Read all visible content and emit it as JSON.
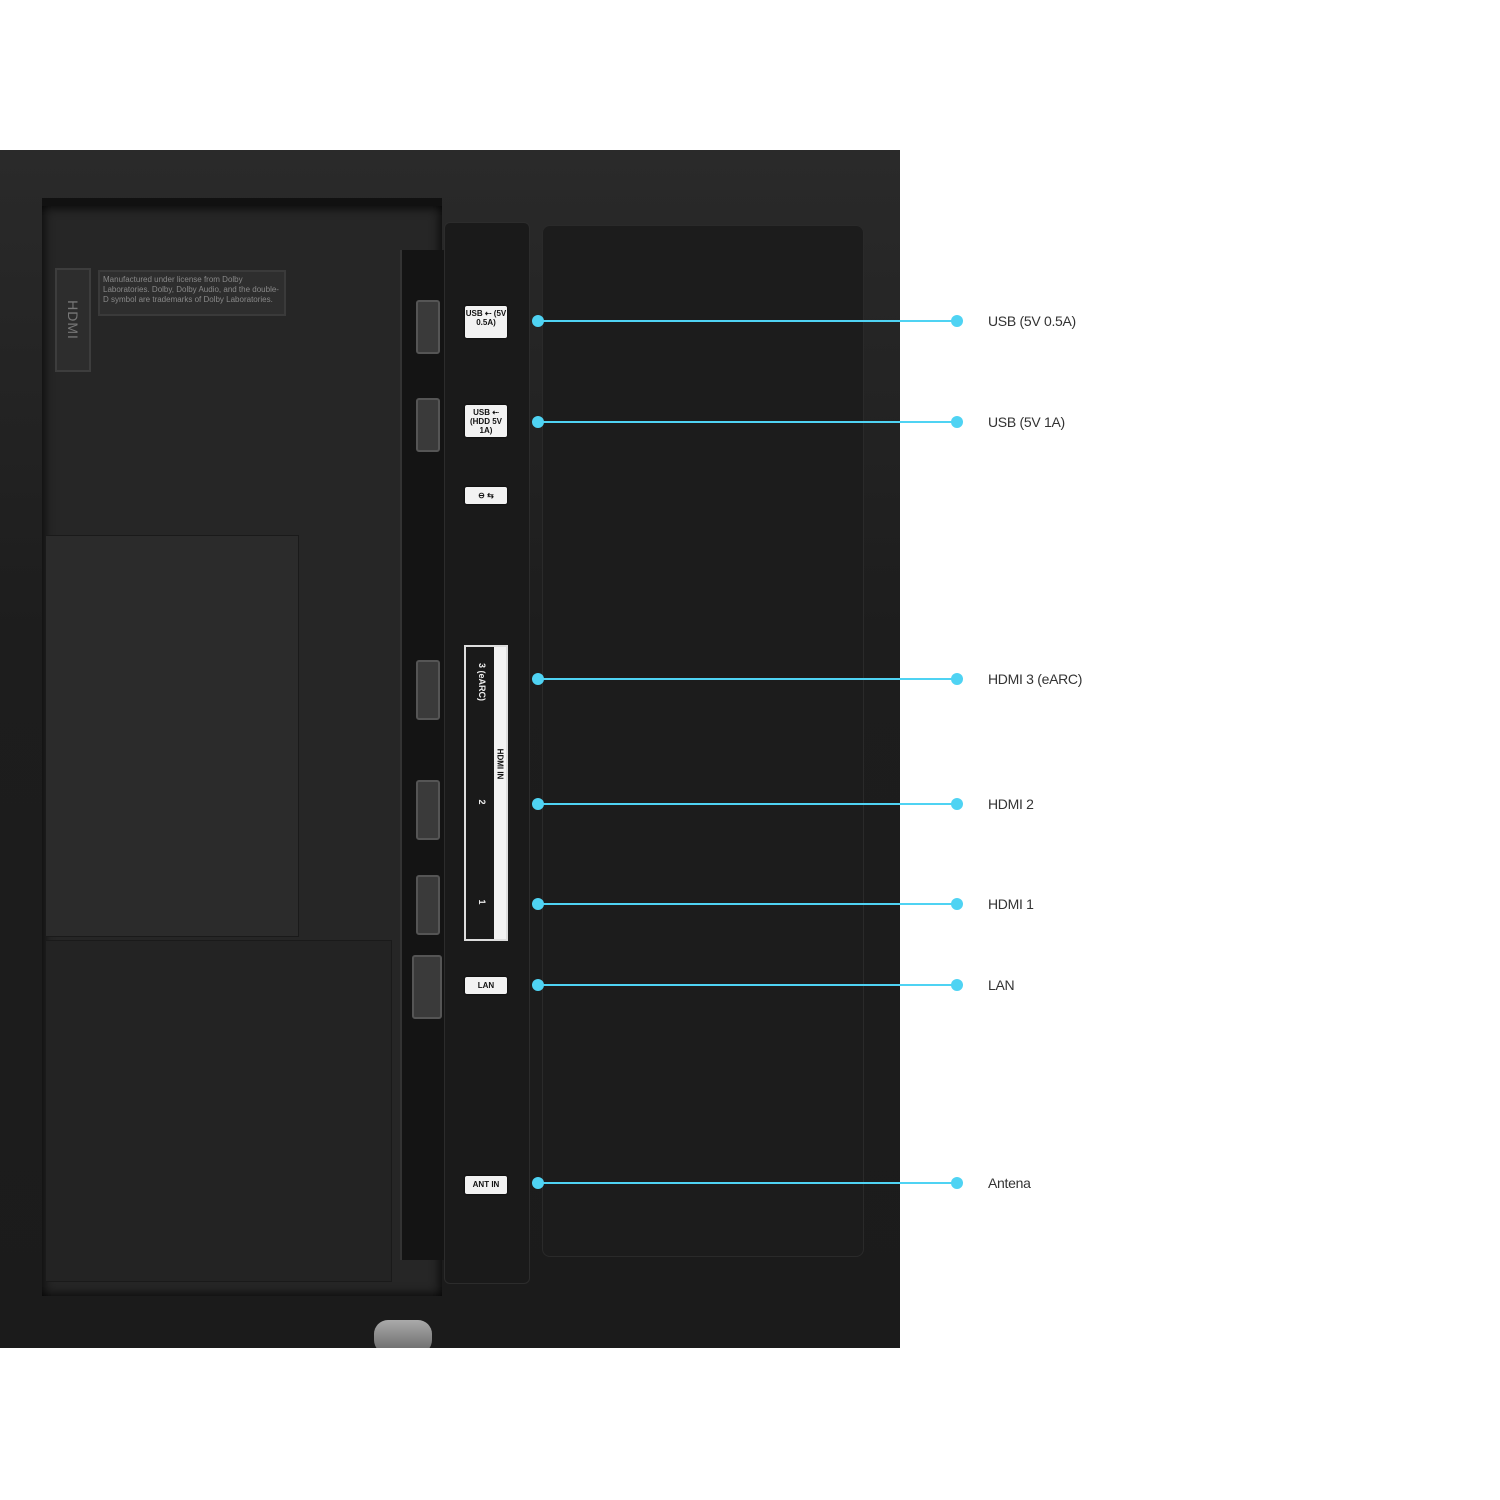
{
  "panel_logo": {
    "hdmi_logo": "HDMI",
    "dolby_notice": "Manufactured under license from Dolby Laboratories. Dolby, Dolby Audio, and the double-D symbol are trademarks of Dolby Laboratories."
  },
  "port_tags": {
    "usb1": "USB ⇠ (5V 0.5A)",
    "usb2": "USB ⇠ (HDD 5V 1A)",
    "ir": "⊖ ⇆",
    "hdmi_in": "HDMI IN",
    "hdmi3": "3 (eARC)",
    "hdmi2": "2",
    "hdmi1": "1",
    "lan": "LAN",
    "ant": "ANT IN"
  },
  "callouts": [
    {
      "label": "USB (5V 0.5A)"
    },
    {
      "label": "USB (5V 1A)"
    },
    {
      "label": "HDMI 3 (eARC)"
    },
    {
      "label": "HDMI 2"
    },
    {
      "label": "HDMI 1"
    },
    {
      "label": "LAN"
    },
    {
      "label": "Antena"
    }
  ],
  "colors": {
    "callout_line": "#4fd3f3",
    "label_text": "#333333",
    "tv_body": "#1d1d1d"
  }
}
